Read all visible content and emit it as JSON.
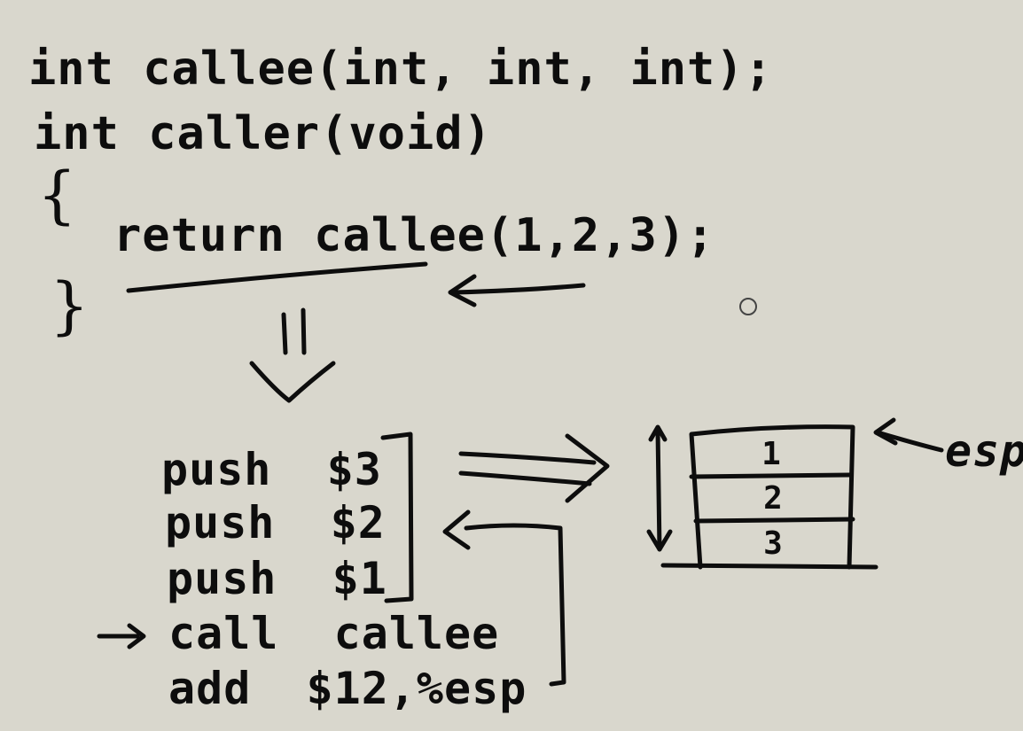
{
  "c_code": {
    "line1": "int callee(int, int, int);",
    "line2": "int caller(void)",
    "open_brace": "{",
    "line3": "return callee(1,2,3);",
    "close_brace": "}"
  },
  "assembly": [
    "push  $3",
    "push  $2",
    "push  $1",
    "call  callee",
    "add  $12,%esp"
  ],
  "stack": {
    "cells": [
      "1",
      "2",
      "3"
    ],
    "pointer_label": "esp"
  }
}
